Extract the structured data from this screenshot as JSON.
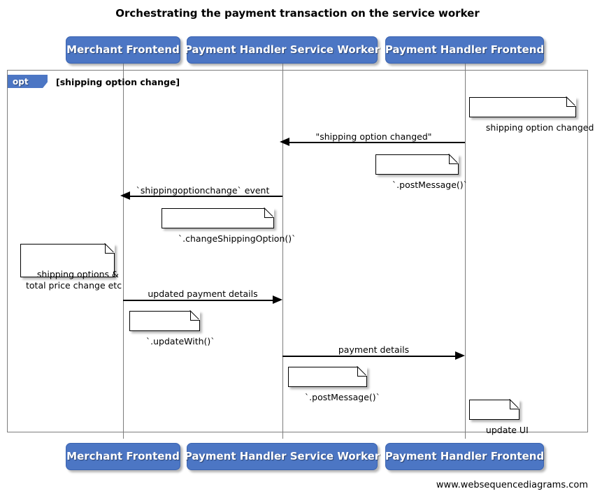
{
  "title": "Orchestrating the payment transaction on the service worker",
  "footer": {
    "url": "www.websequencediagrams.com"
  },
  "colors": {
    "participant_fill": "#4c76c4",
    "participant_border": "#3a63b0",
    "participant_text": "#ffffff",
    "frame_border": "#7c7c7c",
    "lifeline": "#7c7c7c",
    "note_fill": "#ffffff",
    "note_border": "#000000",
    "arrow": "#000000",
    "background": "#ffffff"
  },
  "participants": [
    {
      "id": "merchant-frontend",
      "label": "Merchant Frontend"
    },
    {
      "id": "payment-handler-service-worker",
      "label": "Payment Handler Service Worker"
    },
    {
      "id": "payment-handler-frontend",
      "label": "Payment Handler Frontend"
    }
  ],
  "participants_bottom": [
    {
      "id": "merchant-frontend",
      "label": "Merchant Frontend"
    },
    {
      "id": "payment-handler-service-worker",
      "label": "Payment Handler Service Worker"
    },
    {
      "id": "payment-handler-frontend",
      "label": "Payment Handler Frontend"
    }
  ],
  "fragment": {
    "type": "opt",
    "tab_label": "opt",
    "condition": "[shipping option change]"
  },
  "messages": [
    {
      "id": "msg-shipping-option-changed",
      "label": "\"shipping option changed\"",
      "from": "payment-handler-frontend",
      "to": "payment-handler-service-worker",
      "direction": "left"
    },
    {
      "id": "msg-shippingoptionchange-event",
      "label": "`shippingoptionchange` event",
      "from": "payment-handler-service-worker",
      "to": "merchant-frontend",
      "direction": "left"
    },
    {
      "id": "msg-updated-payment-details",
      "label": "updated payment details",
      "from": "merchant-frontend",
      "to": "payment-handler-service-worker",
      "direction": "right"
    },
    {
      "id": "msg-payment-details",
      "label": "payment details",
      "from": "payment-handler-service-worker",
      "to": "payment-handler-frontend",
      "direction": "right"
    }
  ],
  "notes": [
    {
      "id": "note-shipping-option-changed",
      "text": "shipping option changed",
      "attached_to": "payment-handler-frontend"
    },
    {
      "id": "note-post-message-1",
      "text": "`.postMessage()`",
      "attached_to": "payment-handler-frontend"
    },
    {
      "id": "note-change-shipping-option",
      "text": "`.changeShippingOption()`",
      "attached_to": "payment-handler-service-worker"
    },
    {
      "id": "note-shipping-options-total-price",
      "text": "shipping options &\ntotal price change etc",
      "attached_to": "merchant-frontend"
    },
    {
      "id": "note-update-with",
      "text": "`.updateWith()`",
      "attached_to": "merchant-frontend"
    },
    {
      "id": "note-post-message-2",
      "text": "`.postMessage()`",
      "attached_to": "payment-handler-service-worker"
    },
    {
      "id": "note-update-ui",
      "text": "update UI",
      "attached_to": "payment-handler-frontend"
    }
  ]
}
